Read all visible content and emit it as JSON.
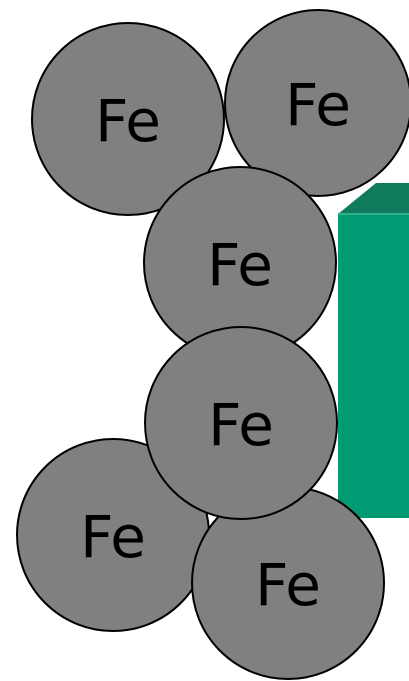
{
  "atoms": [
    {
      "symbol": "Fe"
    },
    {
      "symbol": "Fe"
    },
    {
      "symbol": "Fe"
    },
    {
      "symbol": "Fe"
    },
    {
      "symbol": "Fe"
    },
    {
      "symbol": "Fe"
    }
  ],
  "colors": {
    "atom_fill": "#808080",
    "atom_stroke": "#000000",
    "block_front": "#009a73",
    "block_top": "#0f7a5c",
    "block_highlight": "#2fb38d"
  }
}
